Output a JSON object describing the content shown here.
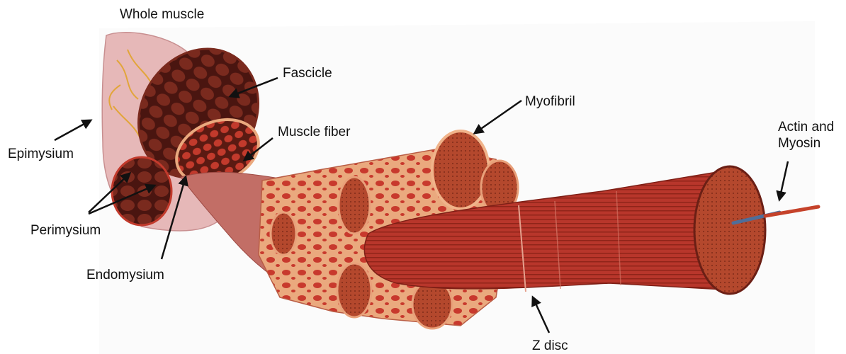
{
  "labels": {
    "whole_muscle": "Whole muscle",
    "fascicle": "Fascicle",
    "epimysium": "Epimysium",
    "muscle_fiber": "Muscle fiber",
    "perimysium": "Perimysium",
    "endomysium": "Endomysium",
    "myofibril": "Myofibril",
    "actin_myosin": "Actin and Myosin",
    "z_disc": "Z disc"
  },
  "colors": {
    "muscle_dark": "#5a1a14",
    "muscle_red": "#b8362b",
    "muscle_light": "#d9544a",
    "connective_pink": "#e7b9b8",
    "fiber_peach": "#eaa97e",
    "endomysium_cream": "#ecd7a8",
    "vessel_yellow": "#e2a53a",
    "filament_blue": "#4f6e9a",
    "arrow": "#111111"
  }
}
